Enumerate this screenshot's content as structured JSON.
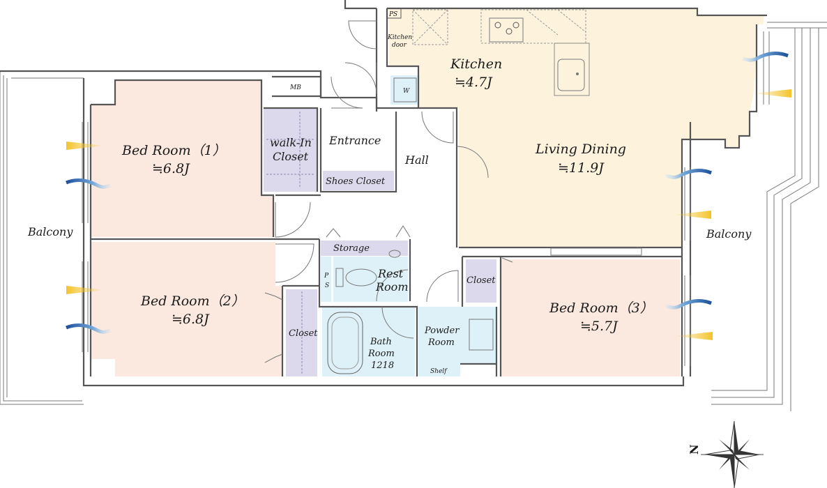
{
  "rooms": {
    "bedroom1": {
      "name": "Bed Room（1）",
      "size": "≒6.8J"
    },
    "bedroom2": {
      "name": "Bed Room（2）",
      "size": "≒6.8J"
    },
    "bedroom3": {
      "name": "Bed Room（3）",
      "size": "≒5.7J"
    },
    "kitchen": {
      "name": "Kitchen",
      "size": "≒4.7J"
    },
    "living": {
      "name": "Living Dining",
      "size": "≒11.9J"
    },
    "walkin": {
      "line1": "walk-In",
      "line2": "Closet"
    },
    "entrance": {
      "name": "Entrance"
    },
    "shoes": {
      "name": "Shoes Closet"
    },
    "hall": {
      "name": "Hall"
    },
    "storage": {
      "name": "Storage"
    },
    "restroom": {
      "line1": "Rest",
      "line2": "Room"
    },
    "closet_b3": {
      "name": "Closet"
    },
    "closet_b2": {
      "name": "Closet"
    },
    "bath": {
      "line1": "Bath",
      "line2": "Room",
      "line3": "1218"
    },
    "powder": {
      "line1": "Powder",
      "line2": "Room"
    },
    "shelf": {
      "name": "Shelf"
    },
    "balcony_left": {
      "name": "Balcony"
    },
    "balcony_right": {
      "name": "Balcony"
    }
  },
  "fixtures": {
    "ps_top": "PS",
    "ps_mid_p": "P",
    "ps_mid_s": "S",
    "mb": "MB",
    "kitchen_door_1": "Kitchen",
    "kitchen_door_2": "door",
    "washer": "W"
  },
  "compass": {
    "north": "N"
  },
  "colors": {
    "bedroom_fill": "#fbe9e0",
    "kitchen_fill": "#fdf3dd",
    "closet_fill": "#ddd9ec",
    "bath_fill": "#dff1f8",
    "airflow_blue": "#1e4f9a",
    "airflow_yellow": "#f3c32a"
  }
}
